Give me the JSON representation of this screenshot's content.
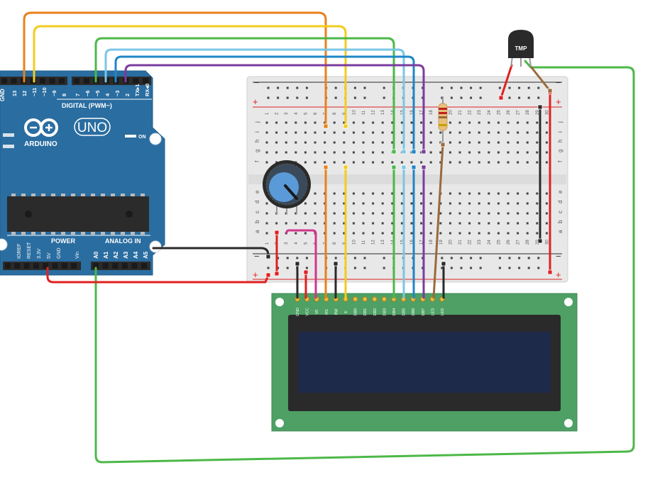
{
  "arduino": {
    "brand": "ARDUINO",
    "model": "UNO",
    "header_digital": "DIGITAL (PWM~)",
    "header_power": "POWER",
    "header_analog": "ANALOG IN",
    "on_label": "ON",
    "gnd_label": "GND",
    "digital_pins": [
      "13",
      "12",
      "~11",
      "~10",
      "~9",
      "8",
      "7",
      "~6",
      "~5",
      "4",
      "~3",
      "2",
      "TX▸1",
      "RX◂0"
    ],
    "power_pins": [
      "IOREF",
      "RESET",
      "3.3V",
      "5V",
      "GND",
      "GND",
      "Vin"
    ],
    "analog_pins": [
      "A0",
      "A1",
      "A2",
      "A3",
      "A4",
      "A5"
    ]
  },
  "breadboard": {
    "row_letters_top": [
      "j",
      "i",
      "h",
      "g",
      "f"
    ],
    "row_letters_bottom": [
      "e",
      "d",
      "c",
      "b",
      "a"
    ],
    "rail_minus": "−",
    "rail_plus": "+",
    "column_numbers": [
      "1",
      "2",
      "3",
      "4",
      "5",
      "6",
      "7",
      "8",
      "9",
      "10",
      "11",
      "12",
      "13",
      "14",
      "15",
      "16",
      "17",
      "18",
      "19",
      "20",
      "21",
      "22",
      "23",
      "24",
      "25",
      "26",
      "27",
      "28",
      "29",
      "30"
    ]
  },
  "sensor": {
    "label": "TMP"
  },
  "lcd": {
    "pin_labels": [
      "GND",
      "VCC",
      "V0",
      "RS",
      "RW",
      "E",
      "DB0",
      "DB1",
      "DB2",
      "DB3",
      "DB4",
      "DB5",
      "DB6",
      "DB7",
      "LED",
      "LED"
    ]
  },
  "colors": {
    "board": "#2a6da0",
    "breadboard": "#e8e8e8",
    "lcd_pcb": "#4ea065",
    "lcd_screen": "#1e2a4a",
    "wire_orange": "#e8821c",
    "wire_yellow": "#f2cc1e",
    "wire_green": "#4cb848",
    "wire_lightblue": "#79c6e6",
    "wire_blue": "#1e86c8",
    "wire_purple": "#7a3c9e",
    "wire_red": "#e02020",
    "wire_black": "#2a2a2a",
    "wire_pink": "#d0368c",
    "wire_brown": "#9a6a3c"
  }
}
